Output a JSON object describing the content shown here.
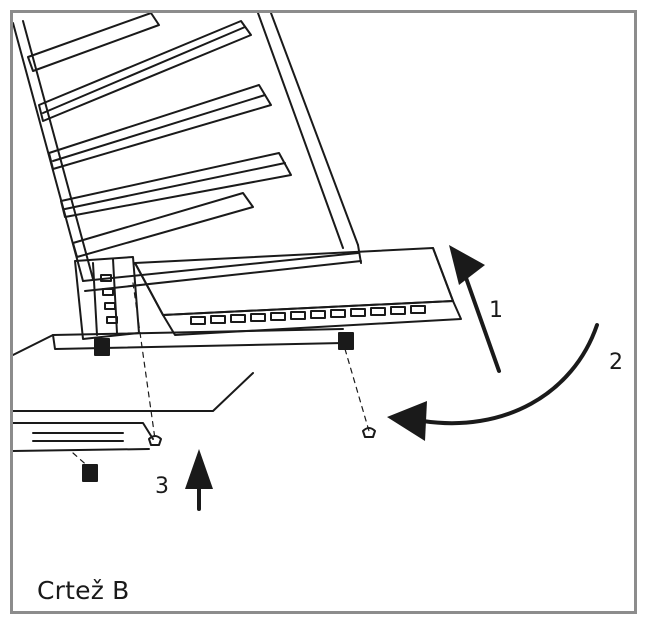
{
  "caption": "Crtež B",
  "steps": [
    {
      "label": "1"
    },
    {
      "label": "2"
    },
    {
      "label": "3"
    }
  ],
  "colors": {
    "line": "#1a1a1a",
    "frame": "#8c8c8c",
    "background": "#ffffff"
  }
}
